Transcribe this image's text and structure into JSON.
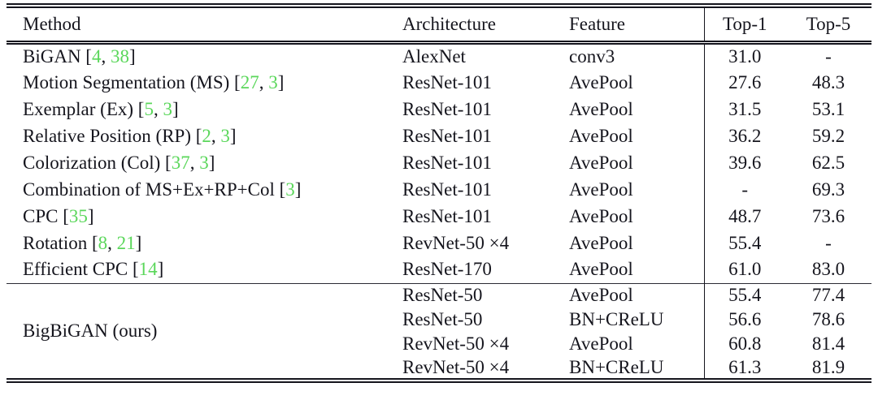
{
  "table": {
    "headers": [
      "Method",
      "Architecture",
      "Feature",
      "Top-1",
      "Top-5"
    ],
    "accent_green": "#5bd75b",
    "text_color": "#15151d",
    "section1": [
      {
        "method": [
          {
            "t": "BiGAN ["
          },
          {
            "t": "4",
            "c": true
          },
          {
            "t": ", "
          },
          {
            "t": "38",
            "c": true
          },
          {
            "t": "]"
          }
        ],
        "architecture": "AlexNet",
        "feature": "conv3",
        "top1": "31.0",
        "top5": "-"
      },
      {
        "method": [
          {
            "t": "Motion Segmentation (MS) ["
          },
          {
            "t": "27",
            "c": true
          },
          {
            "t": ", "
          },
          {
            "t": "3",
            "c": true
          },
          {
            "t": "]"
          }
        ],
        "architecture": "ResNet-101",
        "feature": "AvePool",
        "top1": "27.6",
        "top5": "48.3"
      },
      {
        "method": [
          {
            "t": "Exemplar (Ex) ["
          },
          {
            "t": "5",
            "c": true
          },
          {
            "t": ", "
          },
          {
            "t": "3",
            "c": true
          },
          {
            "t": "]"
          }
        ],
        "architecture": "ResNet-101",
        "feature": "AvePool",
        "top1": "31.5",
        "top5": "53.1"
      },
      {
        "method": [
          {
            "t": "Relative Position (RP) ["
          },
          {
            "t": "2",
            "c": true
          },
          {
            "t": ", "
          },
          {
            "t": "3",
            "c": true
          },
          {
            "t": "]"
          }
        ],
        "architecture": "ResNet-101",
        "feature": "AvePool",
        "top1": "36.2",
        "top5": "59.2"
      },
      {
        "method": [
          {
            "t": "Colorization (Col) ["
          },
          {
            "t": "37",
            "c": true
          },
          {
            "t": ", "
          },
          {
            "t": "3",
            "c": true
          },
          {
            "t": "]"
          }
        ],
        "architecture": "ResNet-101",
        "feature": "AvePool",
        "top1": "39.6",
        "top5": "62.5"
      },
      {
        "method": [
          {
            "t": "Combination of MS+Ex+RP+Col ["
          },
          {
            "t": "3",
            "c": true
          },
          {
            "t": "]"
          }
        ],
        "architecture": "ResNet-101",
        "feature": "AvePool",
        "top1": "-",
        "top5": "69.3"
      },
      {
        "method": [
          {
            "t": "CPC ["
          },
          {
            "t": "35",
            "c": true
          },
          {
            "t": "]"
          }
        ],
        "architecture": "ResNet-101",
        "feature": "AvePool",
        "top1": "48.7",
        "top5": "73.6"
      },
      {
        "method": [
          {
            "t": "Rotation ["
          },
          {
            "t": "8",
            "c": true
          },
          {
            "t": ", "
          },
          {
            "t": "21",
            "c": true
          },
          {
            "t": "]"
          }
        ],
        "architecture": "RevNet-50 ×4",
        "feature": "AvePool",
        "top1": "55.4",
        "top5": "-"
      },
      {
        "method": [
          {
            "t": "Efficient CPC ["
          },
          {
            "t": "14",
            "c": true
          },
          {
            "t": "]"
          }
        ],
        "architecture": "ResNet-170",
        "feature": "AvePool",
        "top1": "61.0",
        "top5": "83.0"
      }
    ],
    "section2": {
      "label": "BigBiGAN (ours)",
      "rows": [
        {
          "architecture": "ResNet-50",
          "feature": "AvePool",
          "top1": "55.4",
          "top5": "77.4"
        },
        {
          "architecture": "ResNet-50",
          "feature": "BN+CReLU",
          "top1": "56.6",
          "top5": "78.6"
        },
        {
          "architecture": "RevNet-50 ×4",
          "feature": "AvePool",
          "top1": "60.8",
          "top5": "81.4"
        },
        {
          "architecture": "RevNet-50 ×4",
          "feature": "BN+CReLU",
          "top1": "61.3",
          "top5": "81.9"
        }
      ]
    }
  }
}
